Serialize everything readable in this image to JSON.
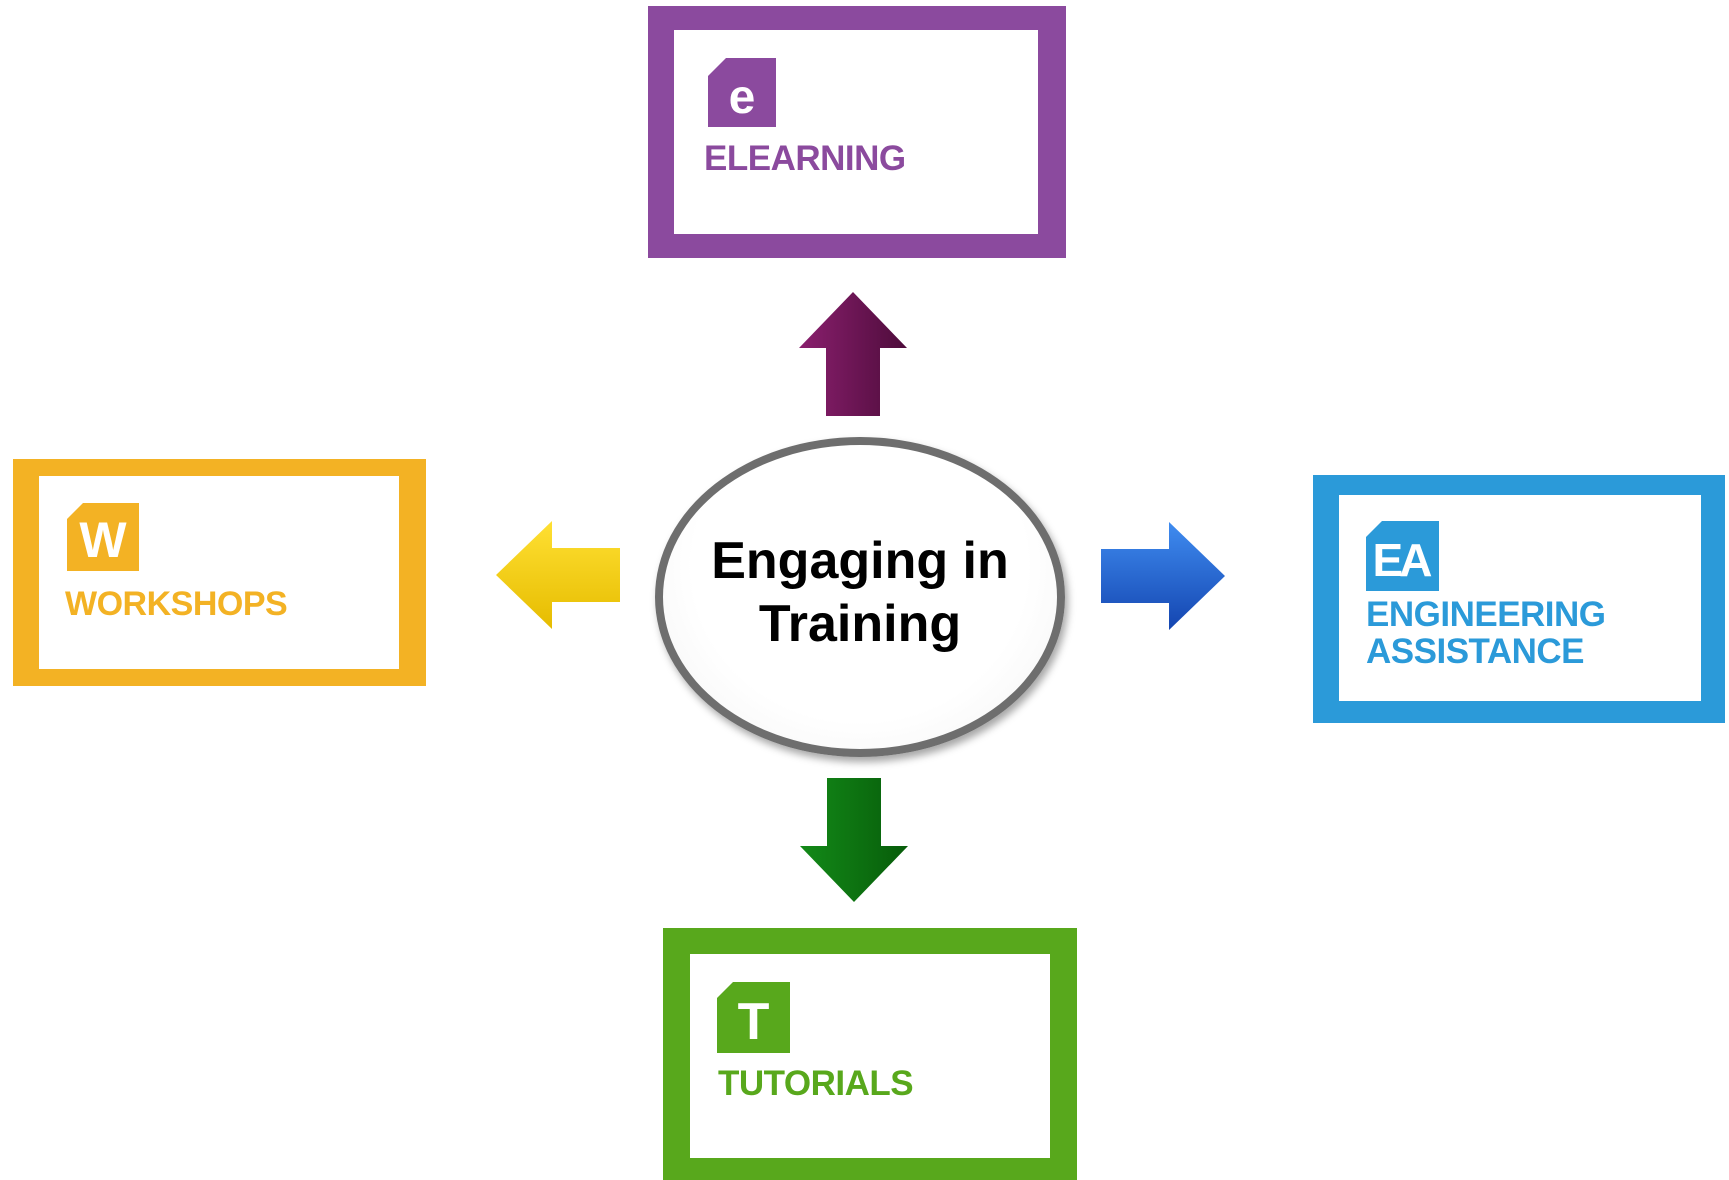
{
  "center": {
    "label": "Engaging in\nTraining"
  },
  "cards": {
    "elearning": {
      "icon_letter": "e",
      "label": "ELEARNING",
      "icon": "e-badge-icon",
      "color": "#8b4a9e"
    },
    "workshops": {
      "icon_letter": "W",
      "label": "WORKSHOPS",
      "icon": "w-badge-icon",
      "color": "#f3b224"
    },
    "engineering_assistance": {
      "icon_letter": "EA",
      "label_line1": "ENGINEERING",
      "label_line2": "ASSISTANCE",
      "icon": "ea-badge-icon",
      "color": "#2b9ad9"
    },
    "tutorials": {
      "icon_letter": "T",
      "label": "TUTORIALS",
      "icon": "t-badge-icon",
      "color": "#58a81c"
    }
  },
  "arrows": {
    "up": {
      "color": "#6b1252",
      "icon": "arrow-up-icon"
    },
    "left": {
      "color": "#f0c800",
      "icon": "arrow-left-icon"
    },
    "right": {
      "color": "#1f5fd0",
      "icon": "arrow-right-icon"
    },
    "down": {
      "color": "#0e7a12",
      "icon": "arrow-down-icon"
    }
  }
}
